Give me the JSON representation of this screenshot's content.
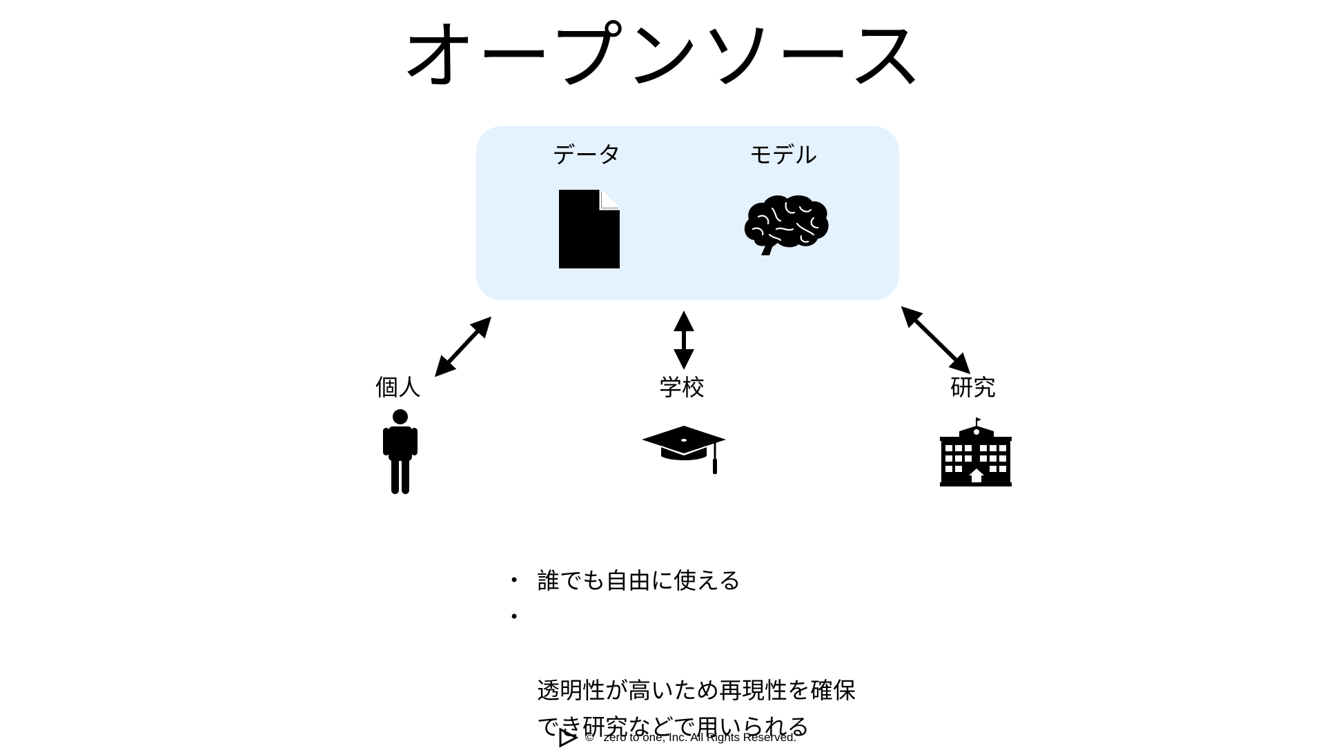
{
  "title": "オープンソース",
  "panel": {
    "items": [
      {
        "label": "データ",
        "icon": "document-icon"
      },
      {
        "label": "モデル",
        "icon": "brain-icon"
      }
    ]
  },
  "users": [
    {
      "label": "個人",
      "icon": "person-icon"
    },
    {
      "label": "学校",
      "icon": "graduation-cap-icon"
    },
    {
      "label": "研究",
      "icon": "building-icon"
    }
  ],
  "bullets": [
    "誰でも自由に使える",
    "透明性が高いため再現性を確保\nでき研究などで用いられる"
  ],
  "footer": {
    "copyright_symbol": "©",
    "text": "zero to one, Inc. All Rights Reserved."
  },
  "colors": {
    "panel_background": "#e4f1fe",
    "foreground": "#000000"
  }
}
